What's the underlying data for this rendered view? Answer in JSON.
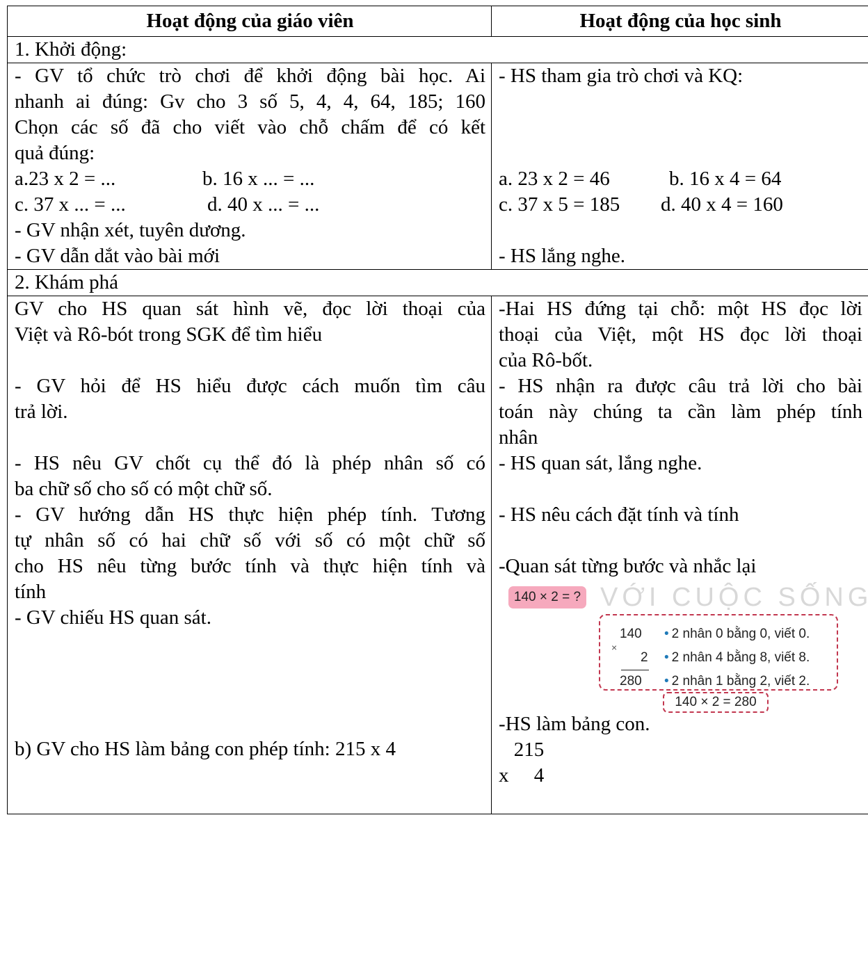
{
  "table": {
    "header": {
      "teacher": "Hoạt động của giáo viên",
      "student": "Hoạt động của học sinh"
    },
    "sections": [
      {
        "title": "1. Khởi động:"
      },
      {
        "title": "2. Khám phá"
      }
    ],
    "warmup": {
      "teacher": [
        "- GV tổ chức trò chơi để khởi động bài học. Ai",
        "nhanh ai đúng: Gv cho 3 số 5, 4, 4, 64, 185; 160",
        "Chọn các số đã cho viết vào chỗ chấm để có kết",
        "quả đúng:",
        "a.23 x 2 = ...",
        "b. 16 x ... = ...",
        "c. 37 x ... = ...",
        "d. 40 x ... = ...",
        "- GV nhận xét, tuyên dương.",
        "- GV dẫn dắt vào bài mới"
      ],
      "student": [
        "- HS tham gia trò chơi và KQ:",
        "a. 23 x 2 = 46",
        "b. 16 x 4 = 64",
        "c. 37 x 5 = 185",
        "d. 40 x 4 = 160",
        "- HS lắng nghe."
      ]
    },
    "explore": {
      "teacher": [
        "GV cho HS quan sát hình vẽ, đọc lời thoại của",
        "Việt và Rô-bót trong SGK để tìm hiểu",
        "- GV hỏi để HS hiểu được cách muốn tìm câu",
        "trả lời.",
        "- HS nêu GV chốt cụ thể đó là phép nhân số có",
        "ba chữ số cho số có một chữ số.",
        "- GV hướng dẫn HS thực hiện phép tính. Tương",
        "tự nhân số có hai chữ số với số có một chữ số",
        "cho HS nêu từng bước tính và thực hiện tính và",
        "tính",
        "- GV chiếu HS quan sát.",
        "b) GV cho HS làm bảng con phép tính: 215 x 4"
      ],
      "student": [
        "-Hai HS đứng tại chỗ: một HS đọc lời",
        "thoại của Việt, một HS đọc lời thoại",
        "của Rô-bốt.",
        "- HS nhận ra được câu trả lời cho bài",
        "toán này chúng ta cần làm phép tính",
        "nhân",
        "- HS quan sát, lắng nghe.",
        "- HS nêu cách đặt tính và tính",
        "-Quan sát từng bước và nhắc lại",
        "-HS làm bảng con.",
        "   215",
        "x     4"
      ]
    },
    "figure": {
      "question": "140 × 2 = ?",
      "watermark": "VỚI CUỘC SỐNG",
      "top_number": "140",
      "multiplier": "2",
      "product": "280",
      "sign": "×",
      "steps": [
        "2 nhân 0 bằng 0, viết 0.",
        "2 nhân 4 bằng 8, viết 8.",
        "2 nhân 1 bằng 2, viết 2."
      ],
      "result": "140 × 2 = 280"
    }
  }
}
